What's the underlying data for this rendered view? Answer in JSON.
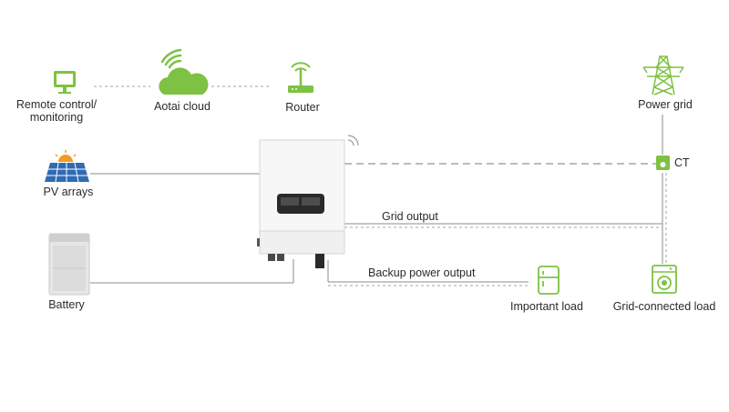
{
  "labels": {
    "remote": "Remote control/ monitoring",
    "cloud": "Aotai cloud",
    "router": "Router",
    "power_grid": "Power grid",
    "ct": "CT",
    "pv": "PV arrays",
    "battery": "Battery",
    "grid_output": "Grid output",
    "backup_output": "Backup power output",
    "important_load": "Important load",
    "grid_load": "Grid-connected load"
  },
  "colors": {
    "accent": "#7dc242",
    "line": "#8c8c8c",
    "dash": "#a6a6a6",
    "inverter_body": "#f7f7f7",
    "pv_blue": "#2f6bb5",
    "sun": "#f29b1d"
  },
  "icons": {
    "remote": "monitor-icon",
    "cloud": "cloud-wifi-icon",
    "router": "router-icon",
    "power_grid": "power-tower-icon",
    "ct": "ct-sensor-icon",
    "pv": "solar-panel-icon",
    "battery": "battery-cabinet-icon",
    "important_load": "refrigerator-icon",
    "grid_load": "washing-machine-icon",
    "inverter": "hybrid-inverter-icon"
  }
}
